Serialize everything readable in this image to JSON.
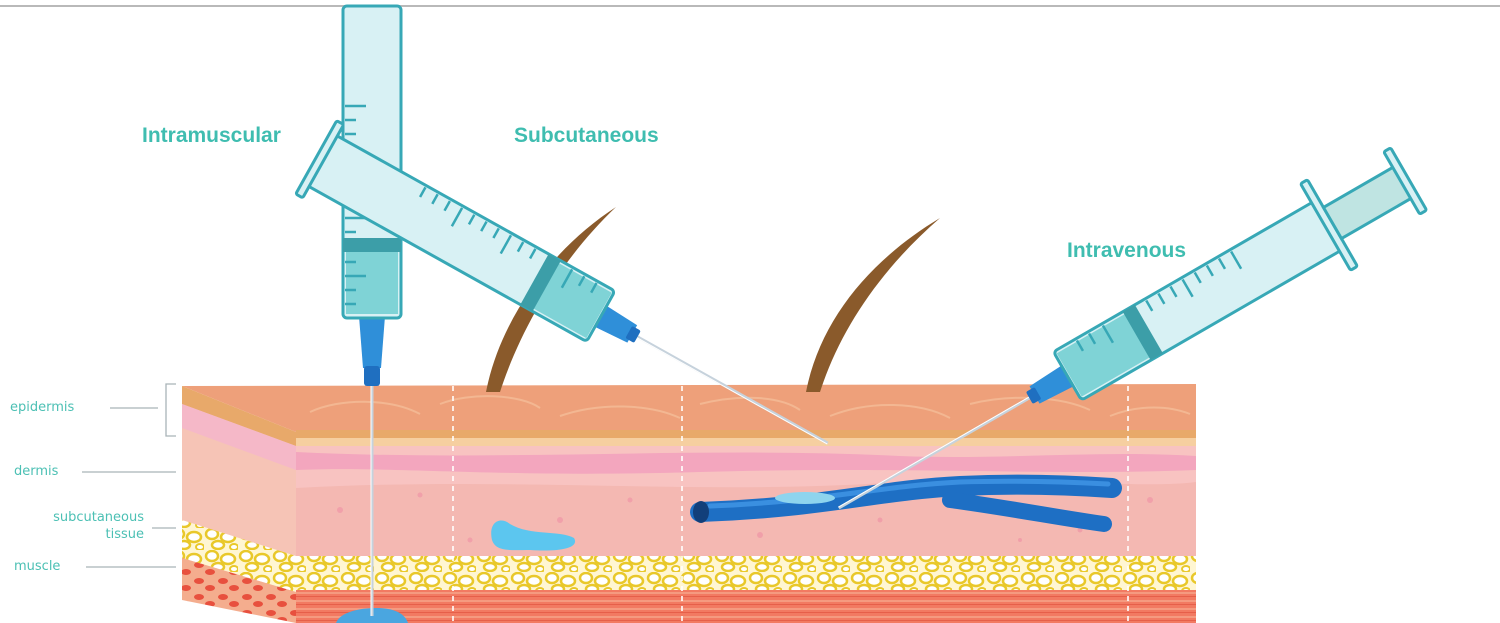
{
  "injections": {
    "intramuscular": "Intramuscular",
    "subcutaneous": "Subcutaneous",
    "intravenous": "Intravenous"
  },
  "layers": {
    "epidermis": "epidermis",
    "dermis": "dermis",
    "subcutaneous_line1": "subcutaneous",
    "subcutaneous_line2": "tissue",
    "muscle": "muscle"
  },
  "colors": {
    "label_teal": "#3fbdb0",
    "syringe_barrel": "#d8f1f4",
    "syringe_fluid": "#7fd3d6",
    "needle_hub": "#2f8fd9",
    "vein": "#1e6fc4",
    "epidermis": "#f0a77e",
    "dermis": "#f7c2c6",
    "fat": "#f2d640",
    "muscle": "#f2735e"
  }
}
